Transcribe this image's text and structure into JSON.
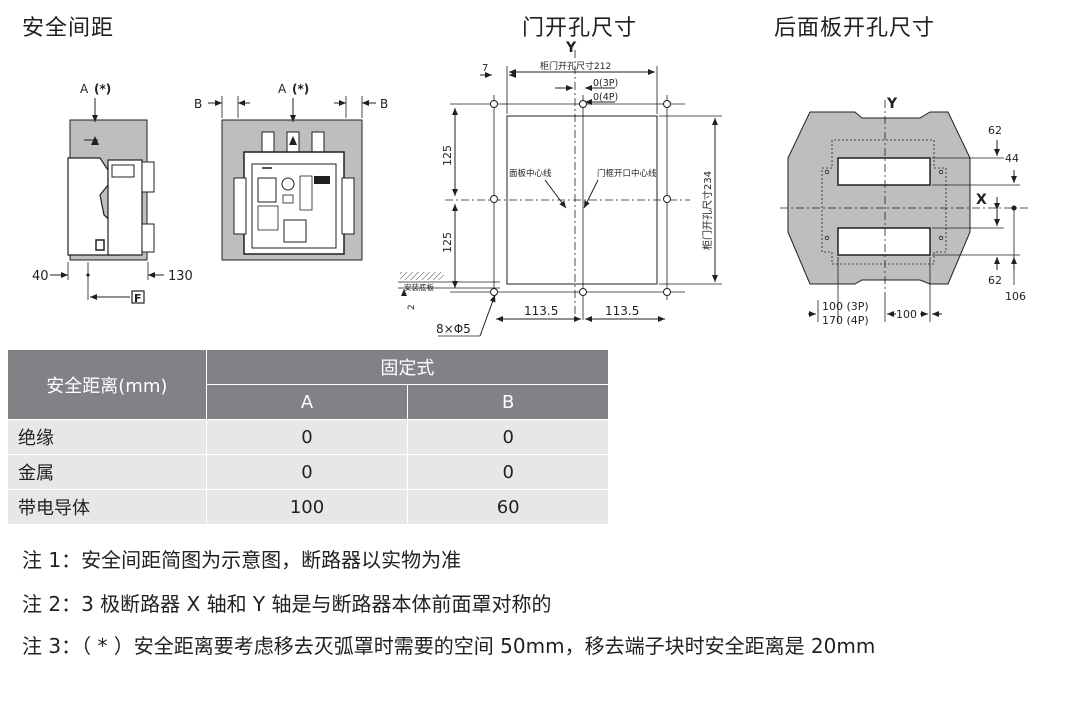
{
  "titles": {
    "clearance": "安全间距",
    "door_cutout": "门开孔尺寸",
    "rear_panel_cutout": "后面板开孔尺寸"
  },
  "side_view": {
    "label_A": "A",
    "label_star": "(*)",
    "dim_left": "40",
    "dim_right": "130",
    "label_F": "F"
  },
  "front_view": {
    "label_A": "A",
    "label_star": "(*)",
    "label_B_left": "B",
    "label_B_right": "B"
  },
  "door": {
    "axis_y": "Y",
    "dim_7": "7",
    "width_label": "柜门开孔尺寸212",
    "offset_3p": "0(3P)",
    "offset_4p": "0(4P)",
    "dim_125_top": "125",
    "dim_125_bottom": "125",
    "panel_centerline": "面板中心线",
    "door_centerline": "门框开口中心线",
    "height_label": "柜门开孔尺寸234",
    "base_label": "安装底板",
    "dim_2": "2",
    "dim_113_left": "113.5",
    "dim_113_right": "113.5",
    "holes": "8×Φ5"
  },
  "rear": {
    "axis_y": "Y",
    "axis_x": "X",
    "dim_62_top": "62",
    "dim_44": "44",
    "dim_62_bottom": "62",
    "dim_106": "106",
    "dim_100_3p": "100 (3P)",
    "dim_170_4p": "170 (4P)",
    "dim_100": "100"
  },
  "table": {
    "header_label": "安全距离(mm)",
    "group_header": "固定式",
    "col_a": "A",
    "col_b": "B",
    "rows": [
      {
        "label": "绝缘",
        "a": "0",
        "b": "0"
      },
      {
        "label": "金属",
        "a": "0",
        "b": "0"
      },
      {
        "label": "带电导体",
        "a": "100",
        "b": "60"
      }
    ]
  },
  "notes": [
    "注 1：安全间距简图为示意图，断路器以实物为准",
    "注 2：3 极断路器 X 轴和 Y 轴是与断路器本体前面罩对称的",
    "注 3：（ * ）安全距离要考虑移去灭弧罩时需要的空间 50mm，移去端子块时安全距离是 20mm"
  ]
}
